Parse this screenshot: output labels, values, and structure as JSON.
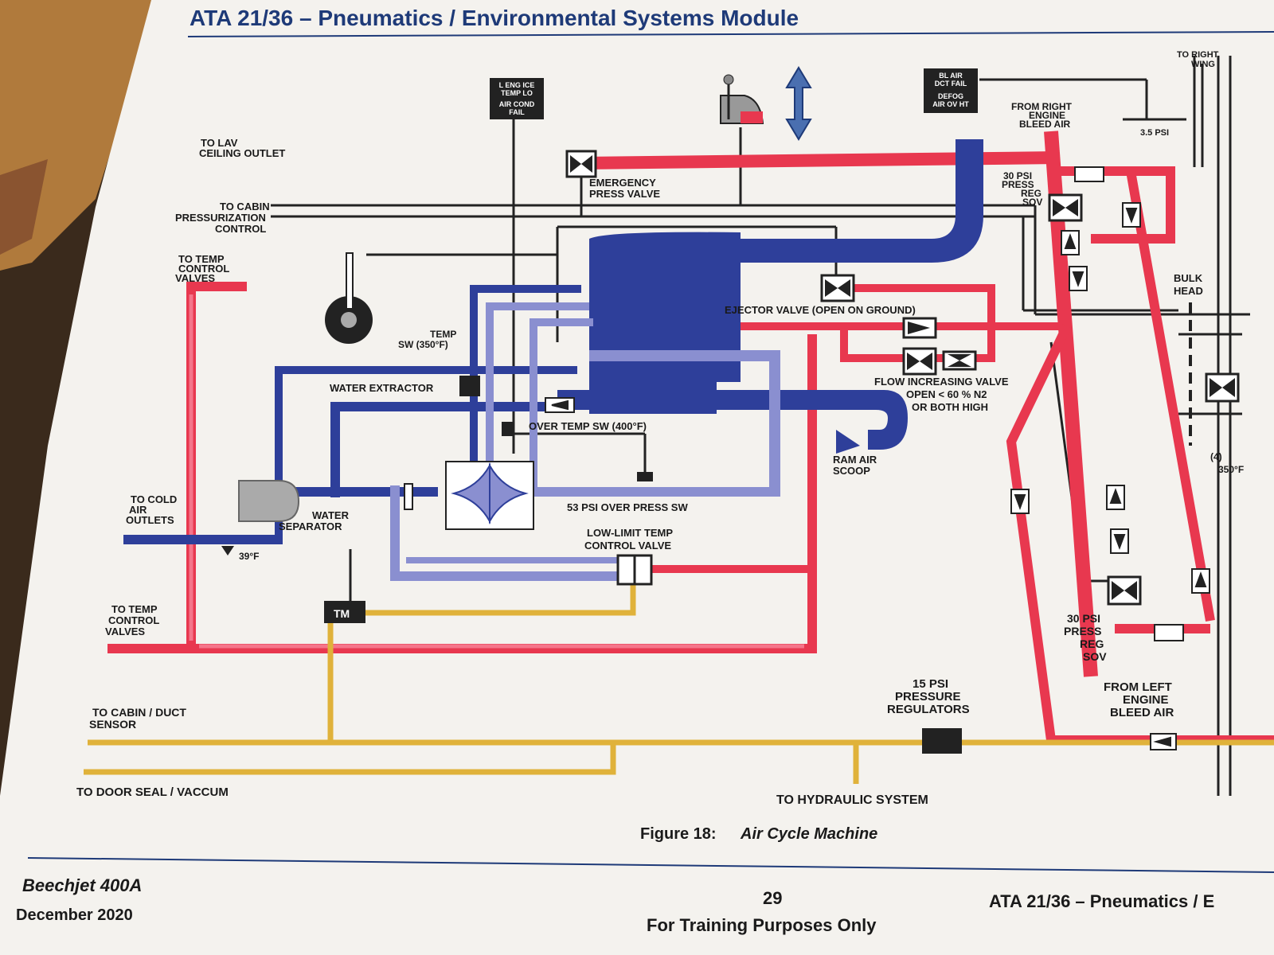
{
  "header": {
    "title": "ATA 21/36 – Pneumatics / Environmental Systems Module"
  },
  "annunciators": {
    "left_line1": "L ENG ICE",
    "left_line2": "TEMP LO",
    "left_line3": "AIR COND",
    "left_line4": "FAIL",
    "right_line1": "BL AIR",
    "right_line2": "DCT FAIL",
    "right_line3": "DEFOG",
    "right_line4": "AIR OV HT"
  },
  "labels": {
    "to_lav_1": "TO LAV",
    "to_lav_2": "CEILING OUTLET",
    "to_cabin_press_1": "TO CABIN",
    "to_cabin_press_2": "PRESSURIZATION",
    "to_cabin_press_3": "CONTROL",
    "to_temp_ctrl_top_1": "TO TEMP",
    "to_temp_ctrl_top_2": "CONTROL",
    "to_temp_ctrl_top_3": "VALVES",
    "emergency_1": "EMERGENCY",
    "emergency_2": "PRESS VALVE",
    "to_right_wing_1": "TO RIGHT",
    "to_right_wing_2": "WING",
    "from_right_1": "FROM RIGHT",
    "from_right_2": "ENGINE",
    "from_right_3": "BLEED AIR",
    "psi_3_5": "3.5 PSI",
    "sov_top_1": "30 PSI",
    "sov_top_2": "PRESS",
    "sov_top_3": "REG",
    "sov_top_4": "SOV",
    "bulkhead_1": "BULK",
    "bulkhead_2": "HEAD",
    "ejector": "EJECTOR VALVE (OPEN ON GROUND)",
    "temp_sw_1": "TEMP",
    "temp_sw_2": "SW (350°F)",
    "water_extractor": "WATER EXTRACTOR",
    "flow_inc_1": "FLOW INCREASING VALVE",
    "flow_inc_2": "OPEN < 60 % N2",
    "flow_inc_3": "OR BOTH HIGH",
    "over_temp": "OVER TEMP SW (400°F)",
    "ram_air_1": "RAM AIR",
    "ram_air_2": "SCOOP",
    "four": "(4)",
    "temp_350": "350°F",
    "to_cold_1": "TO COLD",
    "to_cold_2": "AIR",
    "to_cold_3": "OUTLETS",
    "water_sep_1": "WATER",
    "water_sep_2": "SEPARATOR",
    "over_press": "53 PSI OVER PRESS SW",
    "low_limit_1": "LOW-LIMIT TEMP",
    "low_limit_2": "CONTROL VALVE",
    "temp_39": "39°F",
    "tm": "TM",
    "to_temp_ctrl_bot_1": "TO TEMP",
    "to_temp_ctrl_bot_2": "CONTROL",
    "to_temp_ctrl_bot_3": "VALVES",
    "sov_bot_1": "30 PSI",
    "sov_bot_2": "PRESS",
    "sov_bot_3": "REG",
    "sov_bot_4": "SOV",
    "from_left_1": "FROM LEFT",
    "from_left_2": "ENGINE",
    "from_left_3": "BLEED AIR",
    "psi15_1": "15 PSI",
    "psi15_2": "PRESSURE",
    "psi15_3": "REGULATORS",
    "to_cabin_duct_1": "TO CABIN / DUCT",
    "to_cabin_duct_2": "SENSOR",
    "to_door_seal": "TO DOOR SEAL / VACCUM",
    "to_hydraulic": "TO HYDRAULIC SYSTEM"
  },
  "figure": {
    "number": "Figure 18:",
    "title": "Air Cycle Machine"
  },
  "footer": {
    "model": "Beechjet 400A",
    "date": "December 2020",
    "page": "29",
    "notice": "For Training Purposes Only",
    "module": "ATA 21/36 – Pneumatics / E"
  },
  "colors": {
    "hot_air": "#e8384f",
    "hot_air_light": "#f5758a",
    "cold_air": "#2e3f9a",
    "mixed_air": "#8a8fd0",
    "sense_line": "#e0b23a",
    "wiring": "#222222",
    "header_blue": "#1e3a78"
  }
}
